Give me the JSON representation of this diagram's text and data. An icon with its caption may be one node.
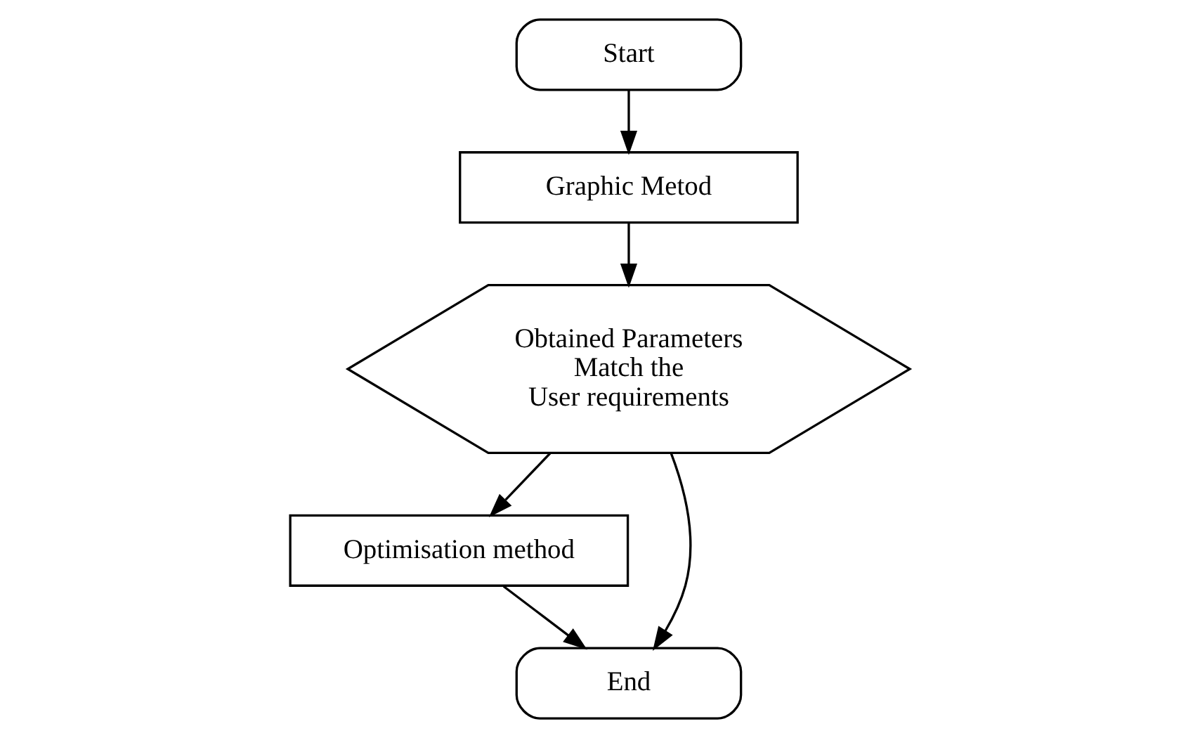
{
  "diagram": {
    "nodes": [
      {
        "text": [
          "Start"
        ]
      },
      {
        "text": [
          "Graphic Metod"
        ]
      },
      {
        "text": [
          "Obtained Parameters Match the User requirements"
        ]
      },
      {
        "text": [
          "Optimisation method"
        ]
      },
      {
        "text": [
          "End"
        ]
      }
    ],
    "edges": [
      {
        "from": 0,
        "to": 1,
        "arrow": "to"
      },
      {
        "from": 1,
        "to": 2,
        "arrow": "to"
      },
      {
        "from": 2,
        "to": 3,
        "arrow": "to"
      },
      {
        "from": 3,
        "to": 4,
        "arrow": "to"
      },
      {
        "from": 2,
        "to": 4,
        "arrow": "to"
      }
    ]
  }
}
